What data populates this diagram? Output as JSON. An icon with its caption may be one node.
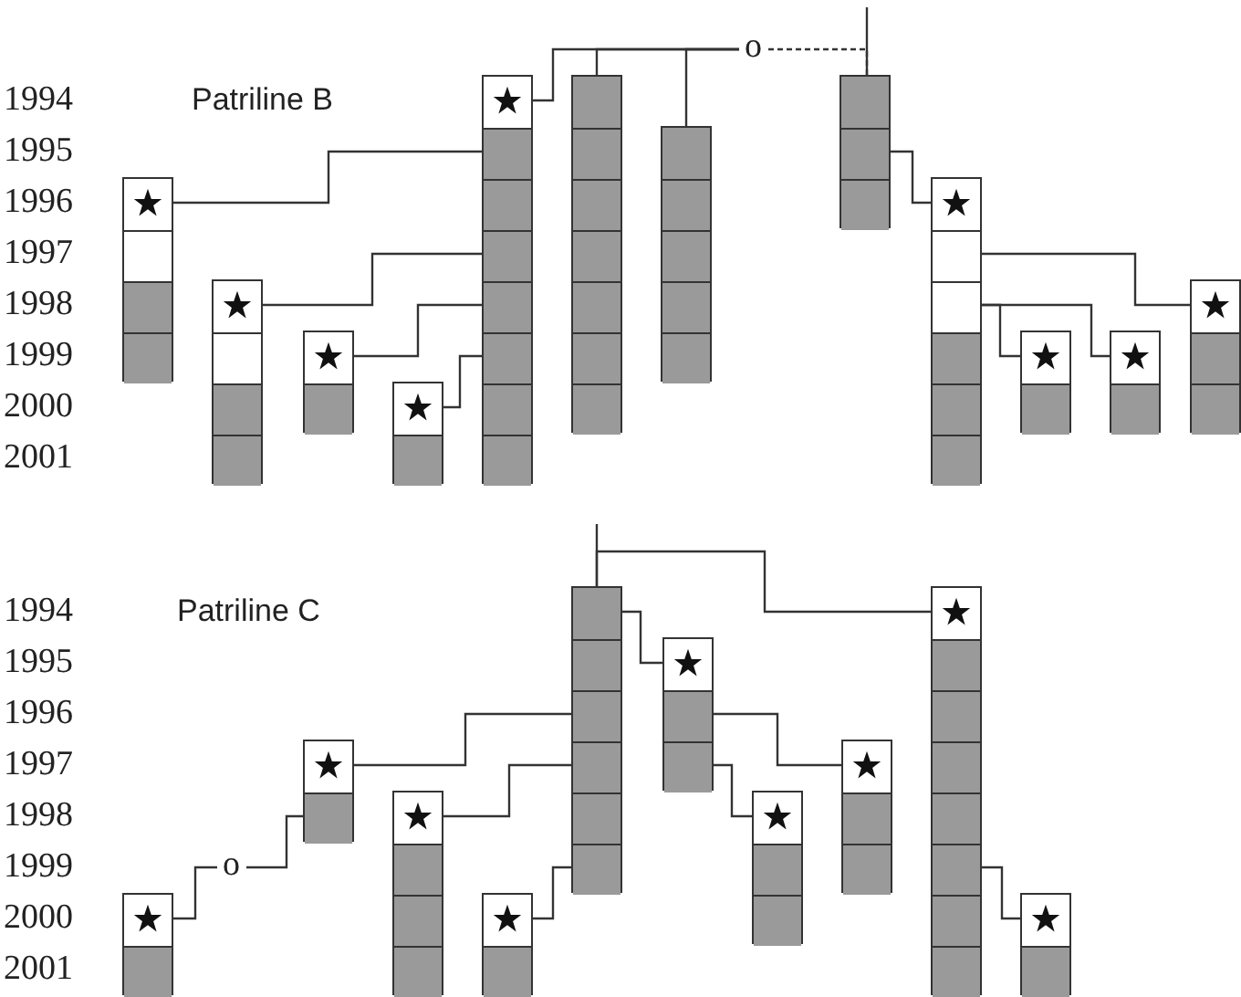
{
  "diagram": {
    "nodes": [
      {
        "text": [
          "o"
        ]
      },
      {
        "text": [],
        "shape": "bar"
      },
      {
        "text": [],
        "shape": "bar"
      },
      {
        "text": [],
        "shape": "bar"
      },
      {
        "text": [],
        "shape": "bar"
      },
      {
        "text": [],
        "shape": "bar"
      },
      {
        "text": [],
        "shape": "bar"
      },
      {
        "text": [],
        "shape": "bar"
      },
      {
        "text": [],
        "shape": "bar"
      },
      {
        "text": [],
        "shape": "bar"
      },
      {
        "text": [],
        "shape": "bar"
      },
      {
        "text": [],
        "shape": "bar"
      },
      {
        "text": [],
        "shape": "bar"
      },
      {
        "text": [],
        "shape": "bar"
      },
      {
        "text": [],
        "shape": "bar"
      },
      {
        "text": [],
        "shape": "bar"
      },
      {
        "text": [],
        "shape": "bar"
      },
      {
        "text": [],
        "shape": "bar"
      },
      {
        "text": [],
        "shape": "bar"
      },
      {
        "text": [],
        "shape": "bar"
      },
      {
        "text": [],
        "shape": "bar"
      },
      {
        "text": [],
        "shape": "bar"
      },
      {
        "text": [],
        "shape": "bar"
      },
      {
        "text": [
          "o"
        ]
      }
    ],
    "edges": [
      {
        "from": 0,
        "to": 5,
        "arrow": "none"
      },
      {
        "from": 0,
        "to": 6,
        "arrow": "none"
      },
      {
        "from": 0,
        "to": 7,
        "arrow": "none"
      },
      {
        "from": 0,
        "to": 8,
        "arrow": "none",
        "style": "dashed"
      },
      {
        "from": null,
        "to": 8,
        "arrow": "none"
      },
      {
        "from": 5,
        "to": 1,
        "arrow": "none"
      },
      {
        "from": 5,
        "to": 2,
        "arrow": "none"
      },
      {
        "from": 5,
        "to": 3,
        "arrow": "none"
      },
      {
        "from": 5,
        "to": 4,
        "arrow": "none"
      },
      {
        "from": 8,
        "to": 9,
        "arrow": "none"
      },
      {
        "from": 9,
        "to": 12,
        "arrow": "none"
      },
      {
        "from": 9,
        "to": 10,
        "arrow": "none"
      },
      {
        "from": 9,
        "to": 11,
        "arrow": "none"
      },
      {
        "from": null,
        "to": 17,
        "arrow": "none"
      },
      {
        "from": 17,
        "to": 21,
        "arrow": "none"
      },
      {
        "from": 17,
        "to": 18,
        "arrow": "none"
      },
      {
        "from": 18,
        "to": 20,
        "arrow": "none"
      },
      {
        "from": 18,
        "to": 19,
        "arrow": "none"
      },
      {
        "from": 17,
        "to": 14,
        "arrow": "none"
      },
      {
        "from": 17,
        "to": 15,
        "arrow": "none"
      },
      {
        "from": 17,
        "to": 16,
        "arrow": "none"
      },
      {
        "from": 21,
        "to": 22,
        "arrow": "none"
      },
      {
        "from": 14,
        "to": 23,
        "arrow": "none"
      },
      {
        "from": 23,
        "to": 13,
        "arrow": "none"
      }
    ],
    "labels": [
      "1994",
      "Patriline B",
      "1995",
      "1996",
      "1997",
      "1998",
      "1999",
      "2000",
      "2001",
      "1994",
      "Patriline C",
      "1995",
      "1996",
      "1997",
      "1998",
      "1999",
      "2000",
      "2001"
    ]
  }
}
